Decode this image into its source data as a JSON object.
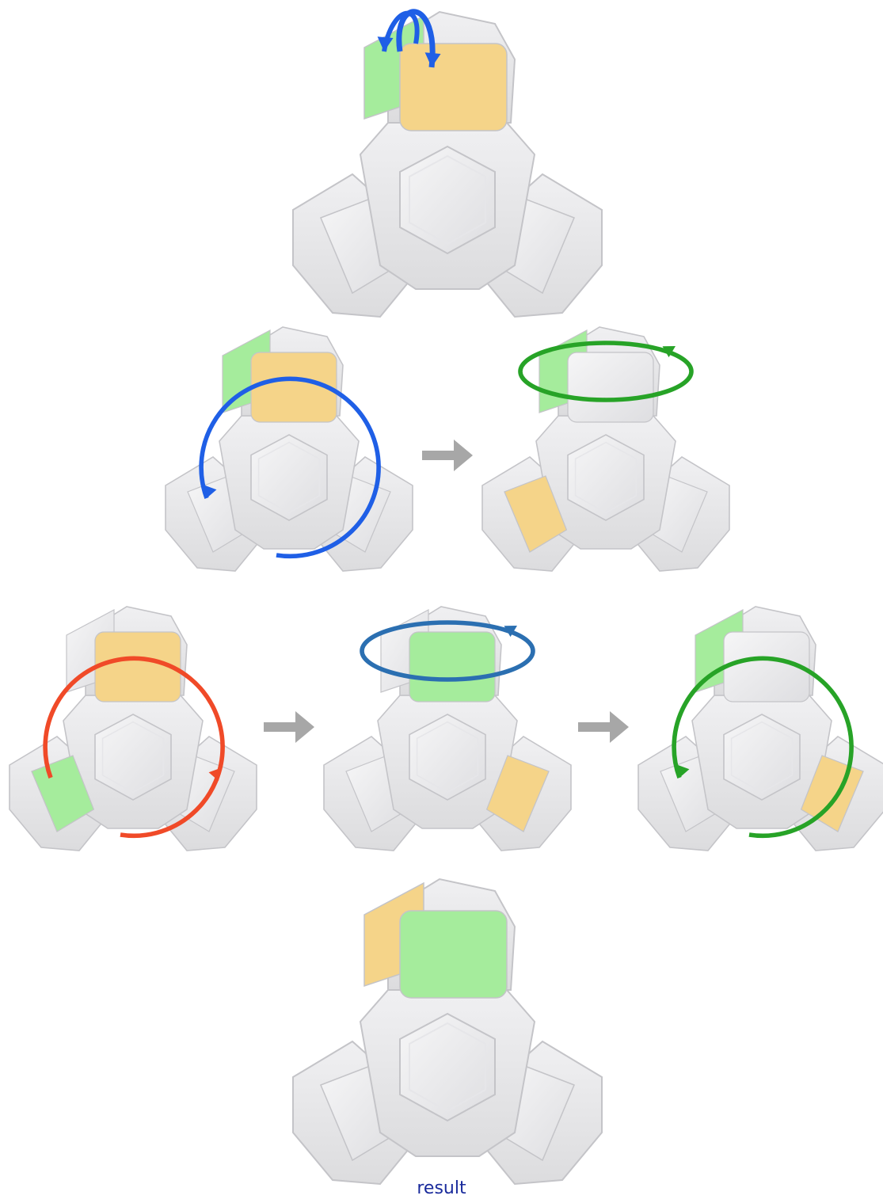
{
  "caption": "result",
  "colors": {
    "body": "#dcdcde",
    "body_light": "#f0f0f2",
    "body_dark": "#b9b9bd",
    "outline": "#c4c4c8",
    "yellow": "#f5d489",
    "green": "#a5ec9c",
    "arrow_blue": "#1f5fe6",
    "arrow_green": "#27a327",
    "arrow_red": "#f04a28",
    "arrow_steel": "#2b6fb1",
    "step_arrow": "#a7a7a7"
  },
  "steps": [
    {
      "id": "initial",
      "top": "green",
      "front": "yellow",
      "lower": "none",
      "rotation": "flip",
      "rotation_color": "arrow_blue"
    },
    {
      "id": "step-1a",
      "top": "green",
      "front": "yellow",
      "lower": "none",
      "rotation": "front-ccw",
      "rotation_color": "arrow_blue"
    },
    {
      "id": "step-1b",
      "top": "green",
      "front": "body",
      "lower": "left-yellow",
      "rotation": "horizontal",
      "rotation_color": "arrow_green"
    },
    {
      "id": "step-2a",
      "top": "body",
      "front": "yellow",
      "lower": "left-green",
      "rotation": "front-cw",
      "rotation_color": "arrow_red"
    },
    {
      "id": "step-2b",
      "top": "body",
      "front": "green",
      "lower": "right-yellow",
      "rotation": "horizontal",
      "rotation_color": "arrow_steel"
    },
    {
      "id": "step-2c",
      "top": "green",
      "front": "body",
      "lower": "right-yellow",
      "rotation": "front-ccw",
      "rotation_color": "arrow_green"
    },
    {
      "id": "result",
      "top": "yellow",
      "front": "green",
      "lower": "none",
      "rotation": "none",
      "rotation_color": ""
    }
  ],
  "transitions": [
    {
      "from": "step-1a",
      "to": "step-1b"
    },
    {
      "from": "step-2a",
      "to": "step-2b"
    },
    {
      "from": "step-2b",
      "to": "step-2c"
    }
  ]
}
